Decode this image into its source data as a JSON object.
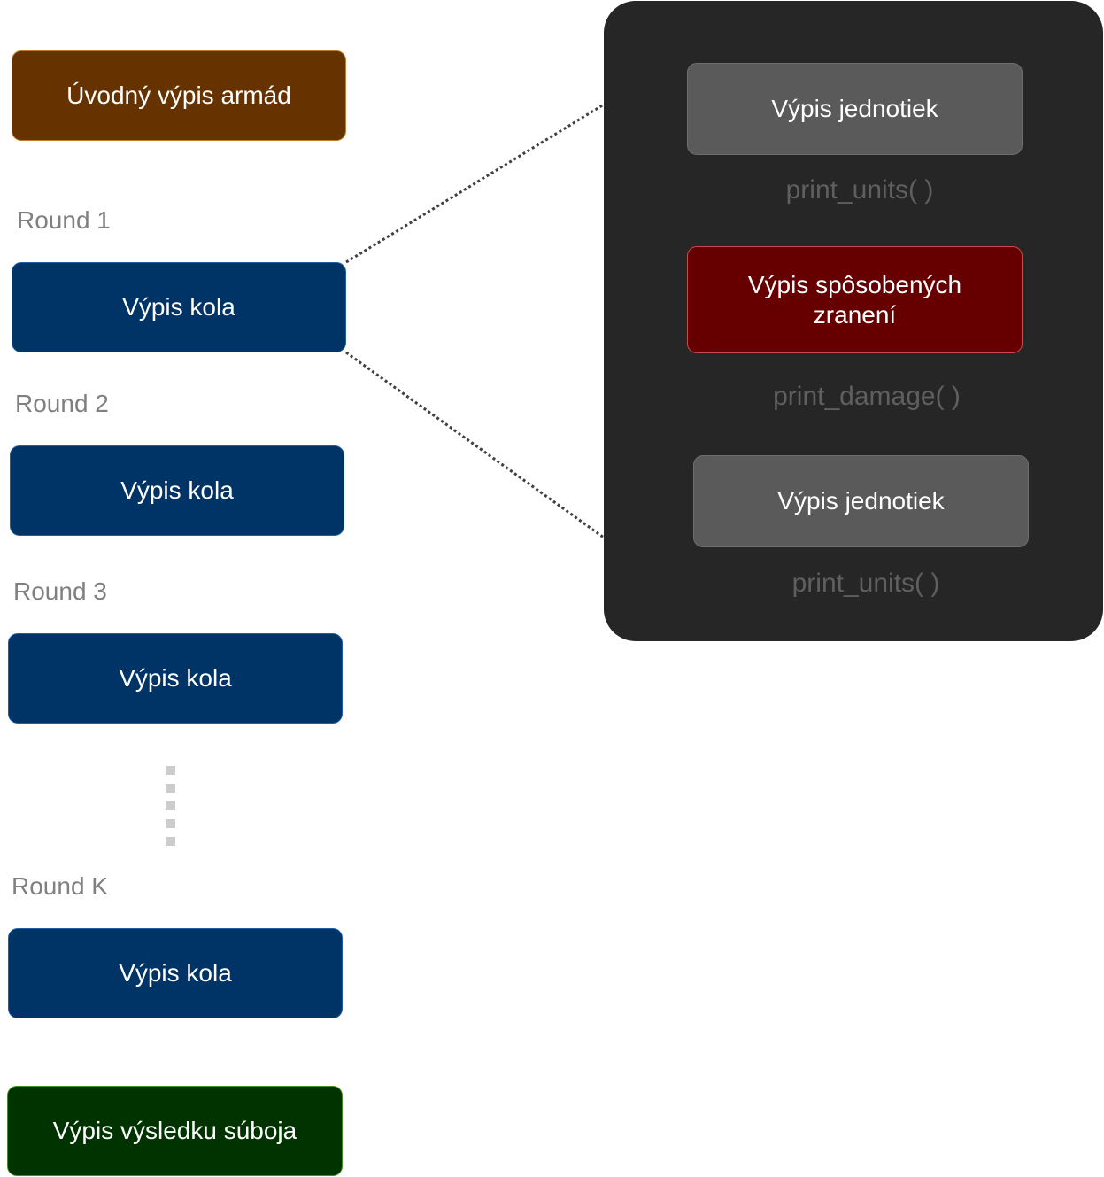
{
  "left_column": {
    "intro_label": "Úvodný výpis armád",
    "rounds": [
      {
        "round_label": "Round 1",
        "box_label": "Výpis kola"
      },
      {
        "round_label": "Round 2",
        "box_label": "Výpis kola"
      },
      {
        "round_label": "Round 3",
        "box_label": "Výpis kola"
      },
      {
        "round_label": "Round K",
        "box_label": "Výpis kola"
      }
    ],
    "result_label": "Výpis výsledku súboja"
  },
  "detail_panel": {
    "step1_label": "Výpis jednotiek",
    "step1_func": "print_units( )",
    "step2_label": "Výpis spôsobených zranení",
    "step2_func": "print_damage( )",
    "step3_label": "Výpis jednotiek",
    "step3_func": "print_units( )"
  },
  "colors": {
    "intro": "#663300",
    "round": "#003366",
    "result": "#003300",
    "unit": "#5a5a5a",
    "damage": "#660000",
    "panel": "#262626"
  }
}
